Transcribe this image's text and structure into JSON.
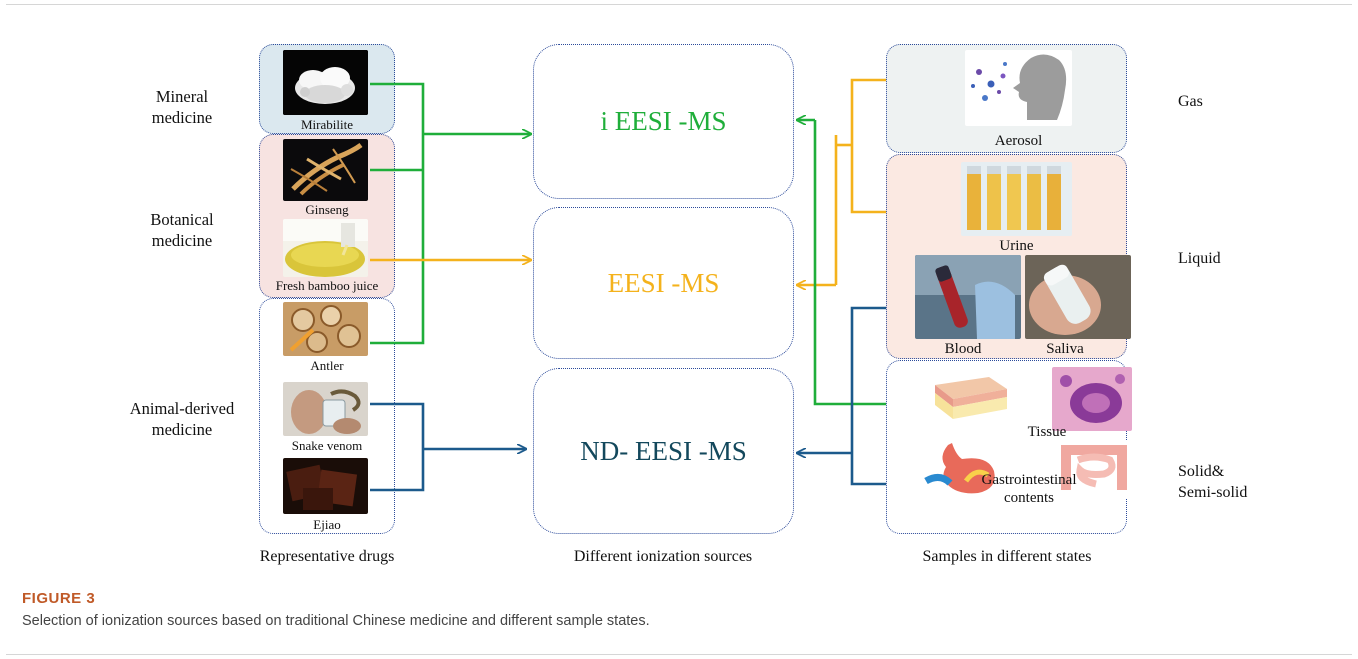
{
  "left_column": {
    "categories": [
      {
        "label": "Mineral\nmedicine"
      },
      {
        "label": "Botanical\nmedicine"
      },
      {
        "label": "Animal-derived\nmedicine"
      }
    ],
    "drugs": [
      {
        "caption": "Mirabilite"
      },
      {
        "caption": "Ginseng"
      },
      {
        "caption": "Fresh bamboo juice"
      },
      {
        "caption": "Antler"
      },
      {
        "caption": "Snake venom"
      },
      {
        "caption": "Ejiao"
      }
    ],
    "title": "Representative drugs"
  },
  "middle_column": {
    "sources": [
      {
        "label": "i EESI -MS",
        "color": "#1fae3a"
      },
      {
        "label": "EESI -MS",
        "color": "#f4b21c"
      },
      {
        "label": "ND- EESI -MS",
        "color": "#13485c"
      }
    ],
    "title": "Different ionization sources"
  },
  "right_column": {
    "samples": {
      "aerosol": "Aerosol",
      "urine": "Urine",
      "blood": "Blood",
      "saliva": "Saliva",
      "tissue": "Tissue",
      "gi": "Gastrointestinal\ncontents"
    },
    "states": {
      "gas": "Gas",
      "liquid": "Liquid",
      "solid": "Solid&\nSemi-solid"
    },
    "title": "Samples in different states"
  },
  "colors": {
    "green": "#1fae3a",
    "yellow": "#f4b21c",
    "navy": "#1c5a8c",
    "box_border": "#2b4a9a"
  },
  "figure": {
    "label": "FIGURE 3",
    "caption": "Selection of ionization sources based on traditional Chinese medicine and different sample states."
  }
}
